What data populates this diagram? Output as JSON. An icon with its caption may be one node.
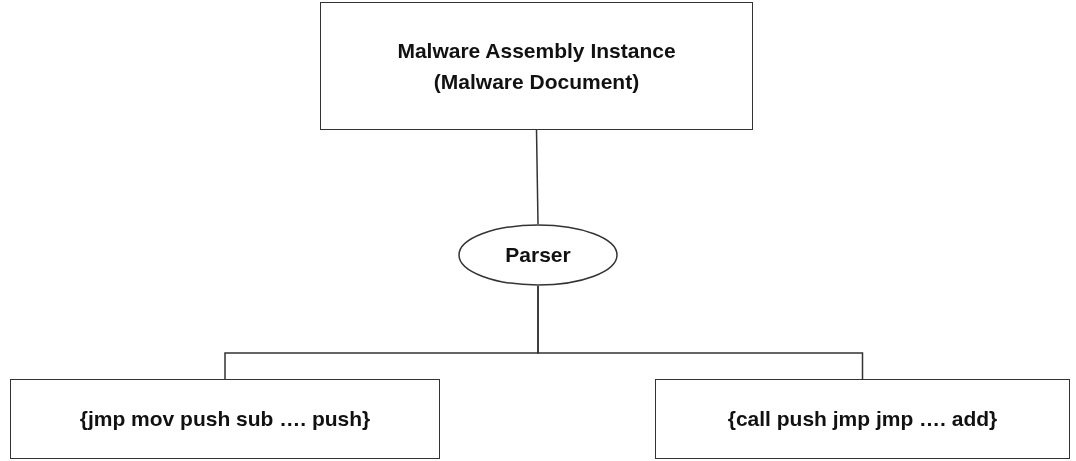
{
  "diagram": {
    "nodes": [
      {
        "text": [
          "Malware Assembly Instance (Malware Document)"
        ]
      },
      {
        "text": [
          "Parser"
        ]
      },
      {
        "text": [
          "{jmp mov push sub …. push}"
        ]
      },
      {
        "text": [
          "{call push jmp jmp …. add}"
        ]
      }
    ],
    "edges": [
      {
        "from": 0,
        "to": 1,
        "arrow": "none"
      },
      {
        "from": 1,
        "to": 2,
        "arrow": "none"
      },
      {
        "from": 1,
        "to": 3,
        "arrow": "none"
      }
    ]
  }
}
